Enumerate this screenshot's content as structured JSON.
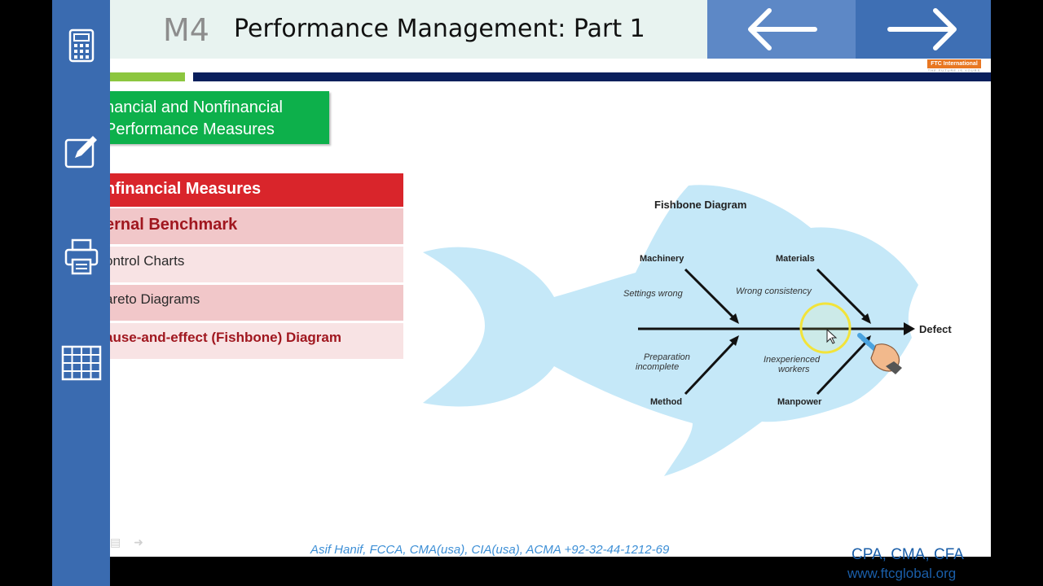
{
  "header": {
    "module": "M4",
    "title": "Performance Management: Part 1",
    "prev_icon": "left-arrow-icon",
    "next_icon": "right-arrow-icon",
    "logo_text": "FTC International",
    "logo_tagline": "THE FUTURE IS YOURS"
  },
  "sidebar": {
    "items": [
      "calculator-icon",
      "edit-icon",
      "print-icon",
      "table-icon"
    ]
  },
  "slide": {
    "topic_line1": "nancial and Nonfinancial",
    "topic_line2": "Performance Measures",
    "menu": [
      "nfinancial Measures",
      "ernal Benchmark",
      "ontrol Charts",
      "areto Diagrams",
      "ause-and-effect (Fishbone) Diagram"
    ]
  },
  "fishbone": {
    "title": "Fishbone Diagram",
    "effect": "Defect",
    "categories": [
      "Machinery",
      "Materials",
      "Method",
      "Manpower"
    ],
    "causes": [
      "Settings wrong",
      "Wrong consistency",
      [
        "Preparation",
        "incomplete"
      ],
      [
        "Inexperienced",
        "workers"
      ]
    ]
  },
  "footer": {
    "presenter": "Asif Hanif, FCCA, CMA(usa), CIA(usa), ACMA   +92-32-44-1212-69",
    "brand_line1": "CPA, CMA, CFA",
    "brand_line2": "www.ftcglobal.org"
  },
  "colors": {
    "sidebar": "#3a6bb0",
    "green_banner": "#0db04b",
    "red_header": "#d9252b",
    "navy_bar": "#0a1f5c",
    "fish": "#c5e8f8"
  }
}
